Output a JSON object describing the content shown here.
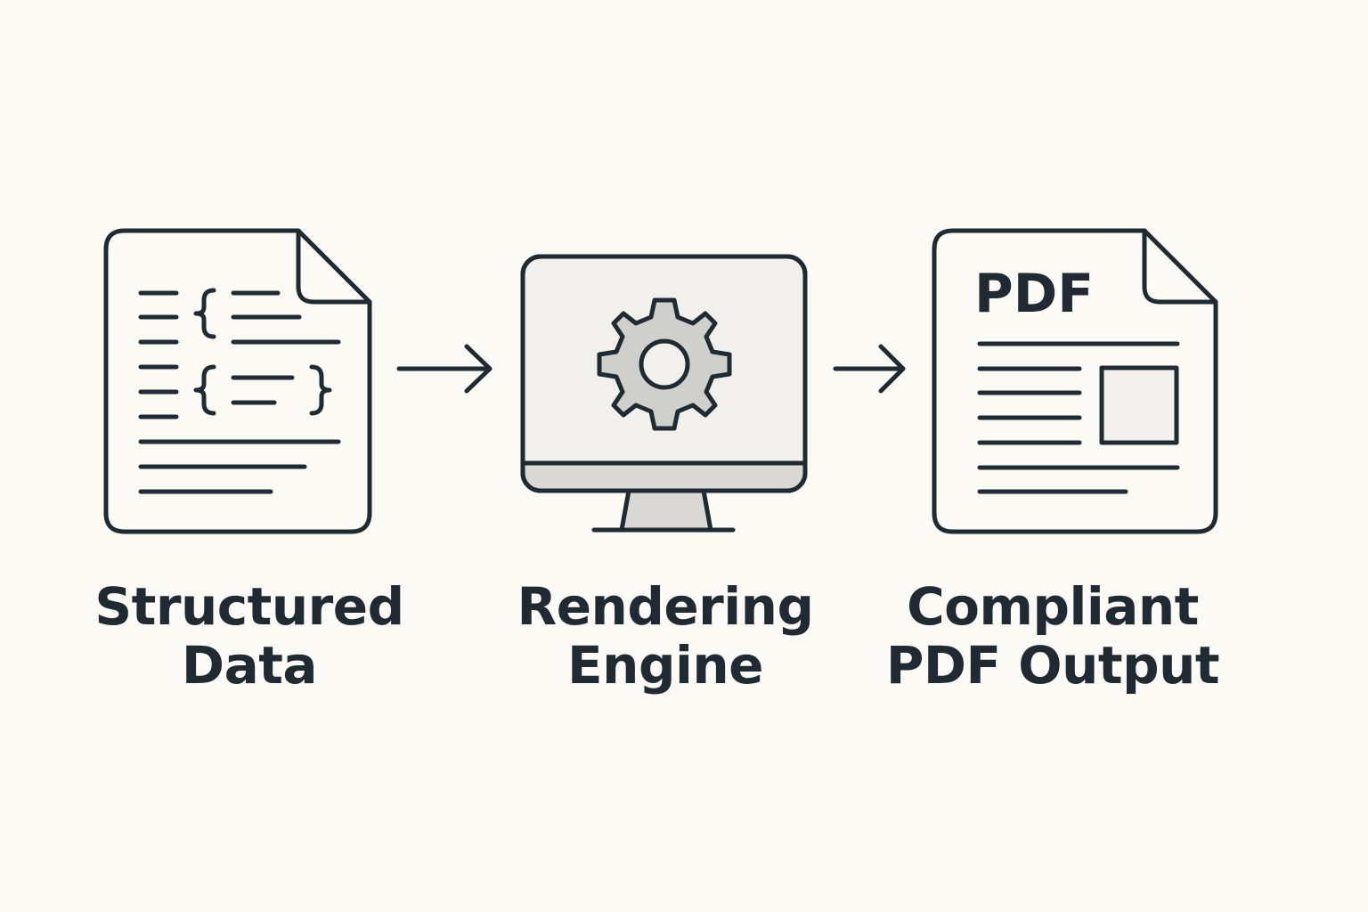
{
  "colors": {
    "background": "#fbfaf5",
    "stroke": "#1f2a33",
    "fill_light": "#f1f0ec",
    "fill_mid": "#d9d8d4",
    "gear_fill": "#cfcfcc"
  },
  "steps": [
    {
      "icon": "json-document-icon",
      "label_lines": [
        "Structured",
        "Data"
      ]
    },
    {
      "icon": "monitor-gear-icon",
      "label_lines": [
        "Rendering",
        "Engine"
      ]
    },
    {
      "icon": "pdf-document-icon",
      "badge": "PDF",
      "label_lines": [
        "Compliant",
        "PDF Output"
      ]
    }
  ],
  "arrows": [
    "arrow-right-icon",
    "arrow-right-icon"
  ]
}
